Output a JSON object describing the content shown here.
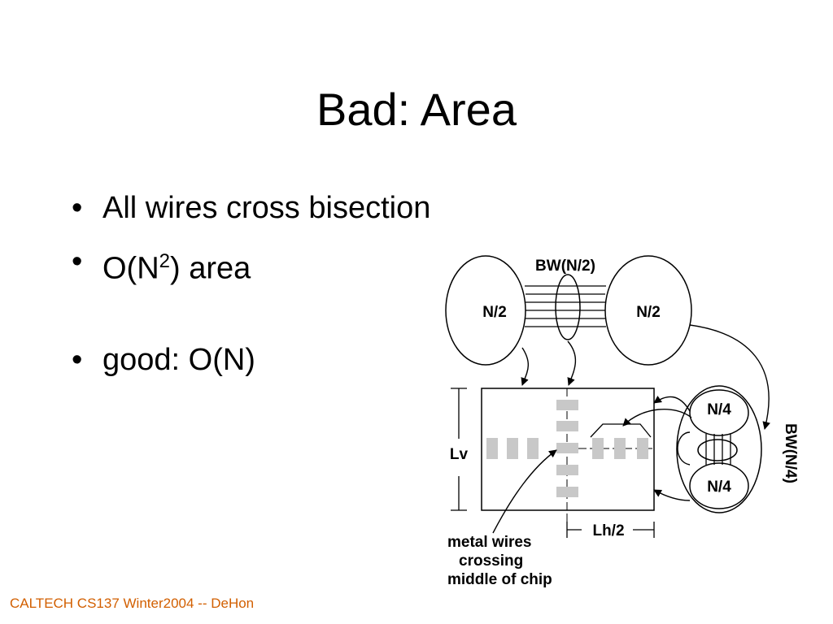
{
  "slide": {
    "title": "Bad: Area",
    "bullets": {
      "b1": "All wires cross bisection",
      "b2_pre": "O(N",
      "b2_sup": "2",
      "b2_post": ") area",
      "b3": "good: O(N)"
    },
    "footer": "CALTECH CS137 Winter2004 -- DeHon"
  },
  "diagram": {
    "bw_top": "BW(N/2)",
    "left_node": "N/2",
    "right_node": "N/2",
    "node_top": "N/4",
    "node_bottom": "N/4",
    "bw_side": "BW(N/4)",
    "lv": "Lv",
    "lh": "Lh/2",
    "caption": [
      "metal wires",
      "crossing",
      "middle of chip"
    ]
  }
}
